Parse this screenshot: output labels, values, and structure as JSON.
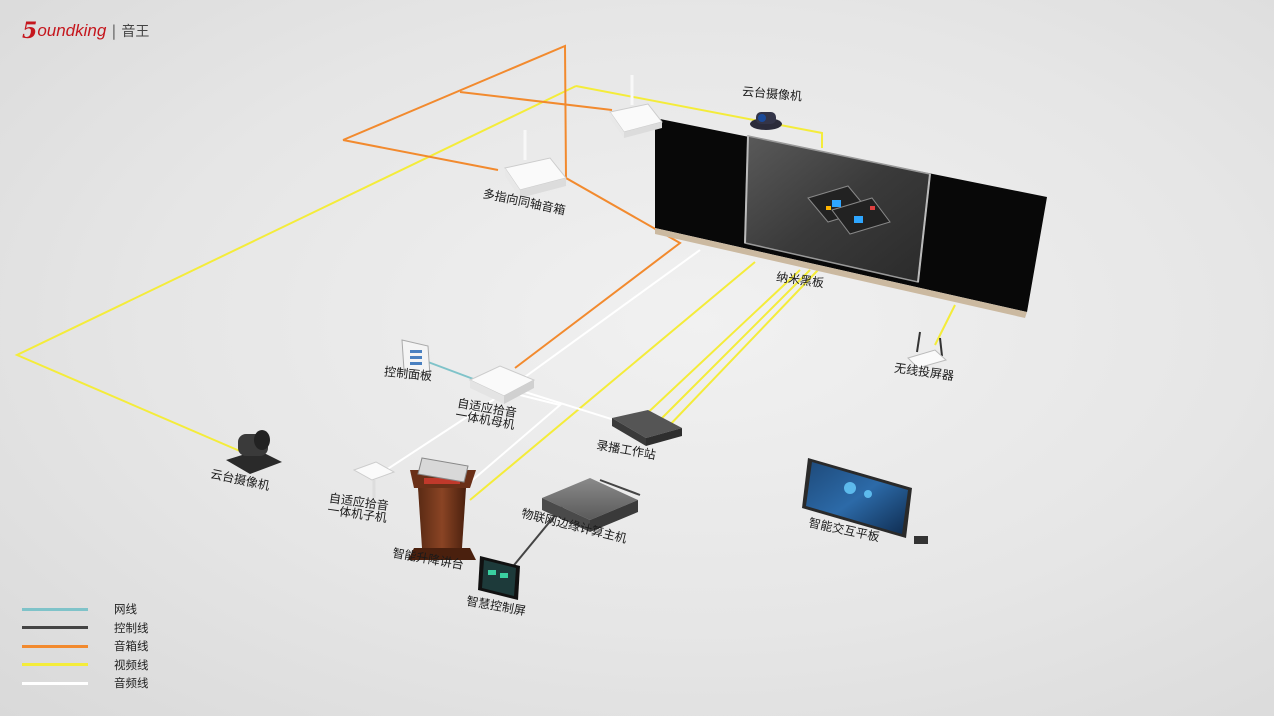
{
  "brand": {
    "mark": "5",
    "word": "oundking",
    "cn": "音王"
  },
  "colors": {
    "network": "#7fc3c9",
    "control": "#444444",
    "speaker": "#f28a2e",
    "video": "#f4ec3a",
    "audio": "#ffffff"
  },
  "labels": {
    "ptz_camera_top": "云台摄像机",
    "speaker": "多指向同轴音箱",
    "blackboard": "纳米黑板",
    "wireless_projector": "无线投屏器",
    "control_panel": "控制面板",
    "mic_host_l1": "自适应拾音",
    "mic_host_l2": "一体机母机",
    "recording": "录播工作站",
    "ptz_camera_left": "云台摄像机",
    "mic_sub_l1": "自适应拾音",
    "mic_sub_l2": "一体机子机",
    "iot_host": "物联网边缘计算主机",
    "smart_panel": "智能交互平板",
    "podium": "智能升降讲台",
    "control_screen": "智慧控制屏"
  },
  "legend": [
    {
      "label": "网线",
      "color": "#7fc3c9"
    },
    {
      "label": "控制线",
      "color": "#444444"
    },
    {
      "label": "音箱线",
      "color": "#f28a2e"
    },
    {
      "label": "视频线",
      "color": "#f4ec3a"
    },
    {
      "label": "音频线",
      "color": "#ffffff"
    }
  ]
}
